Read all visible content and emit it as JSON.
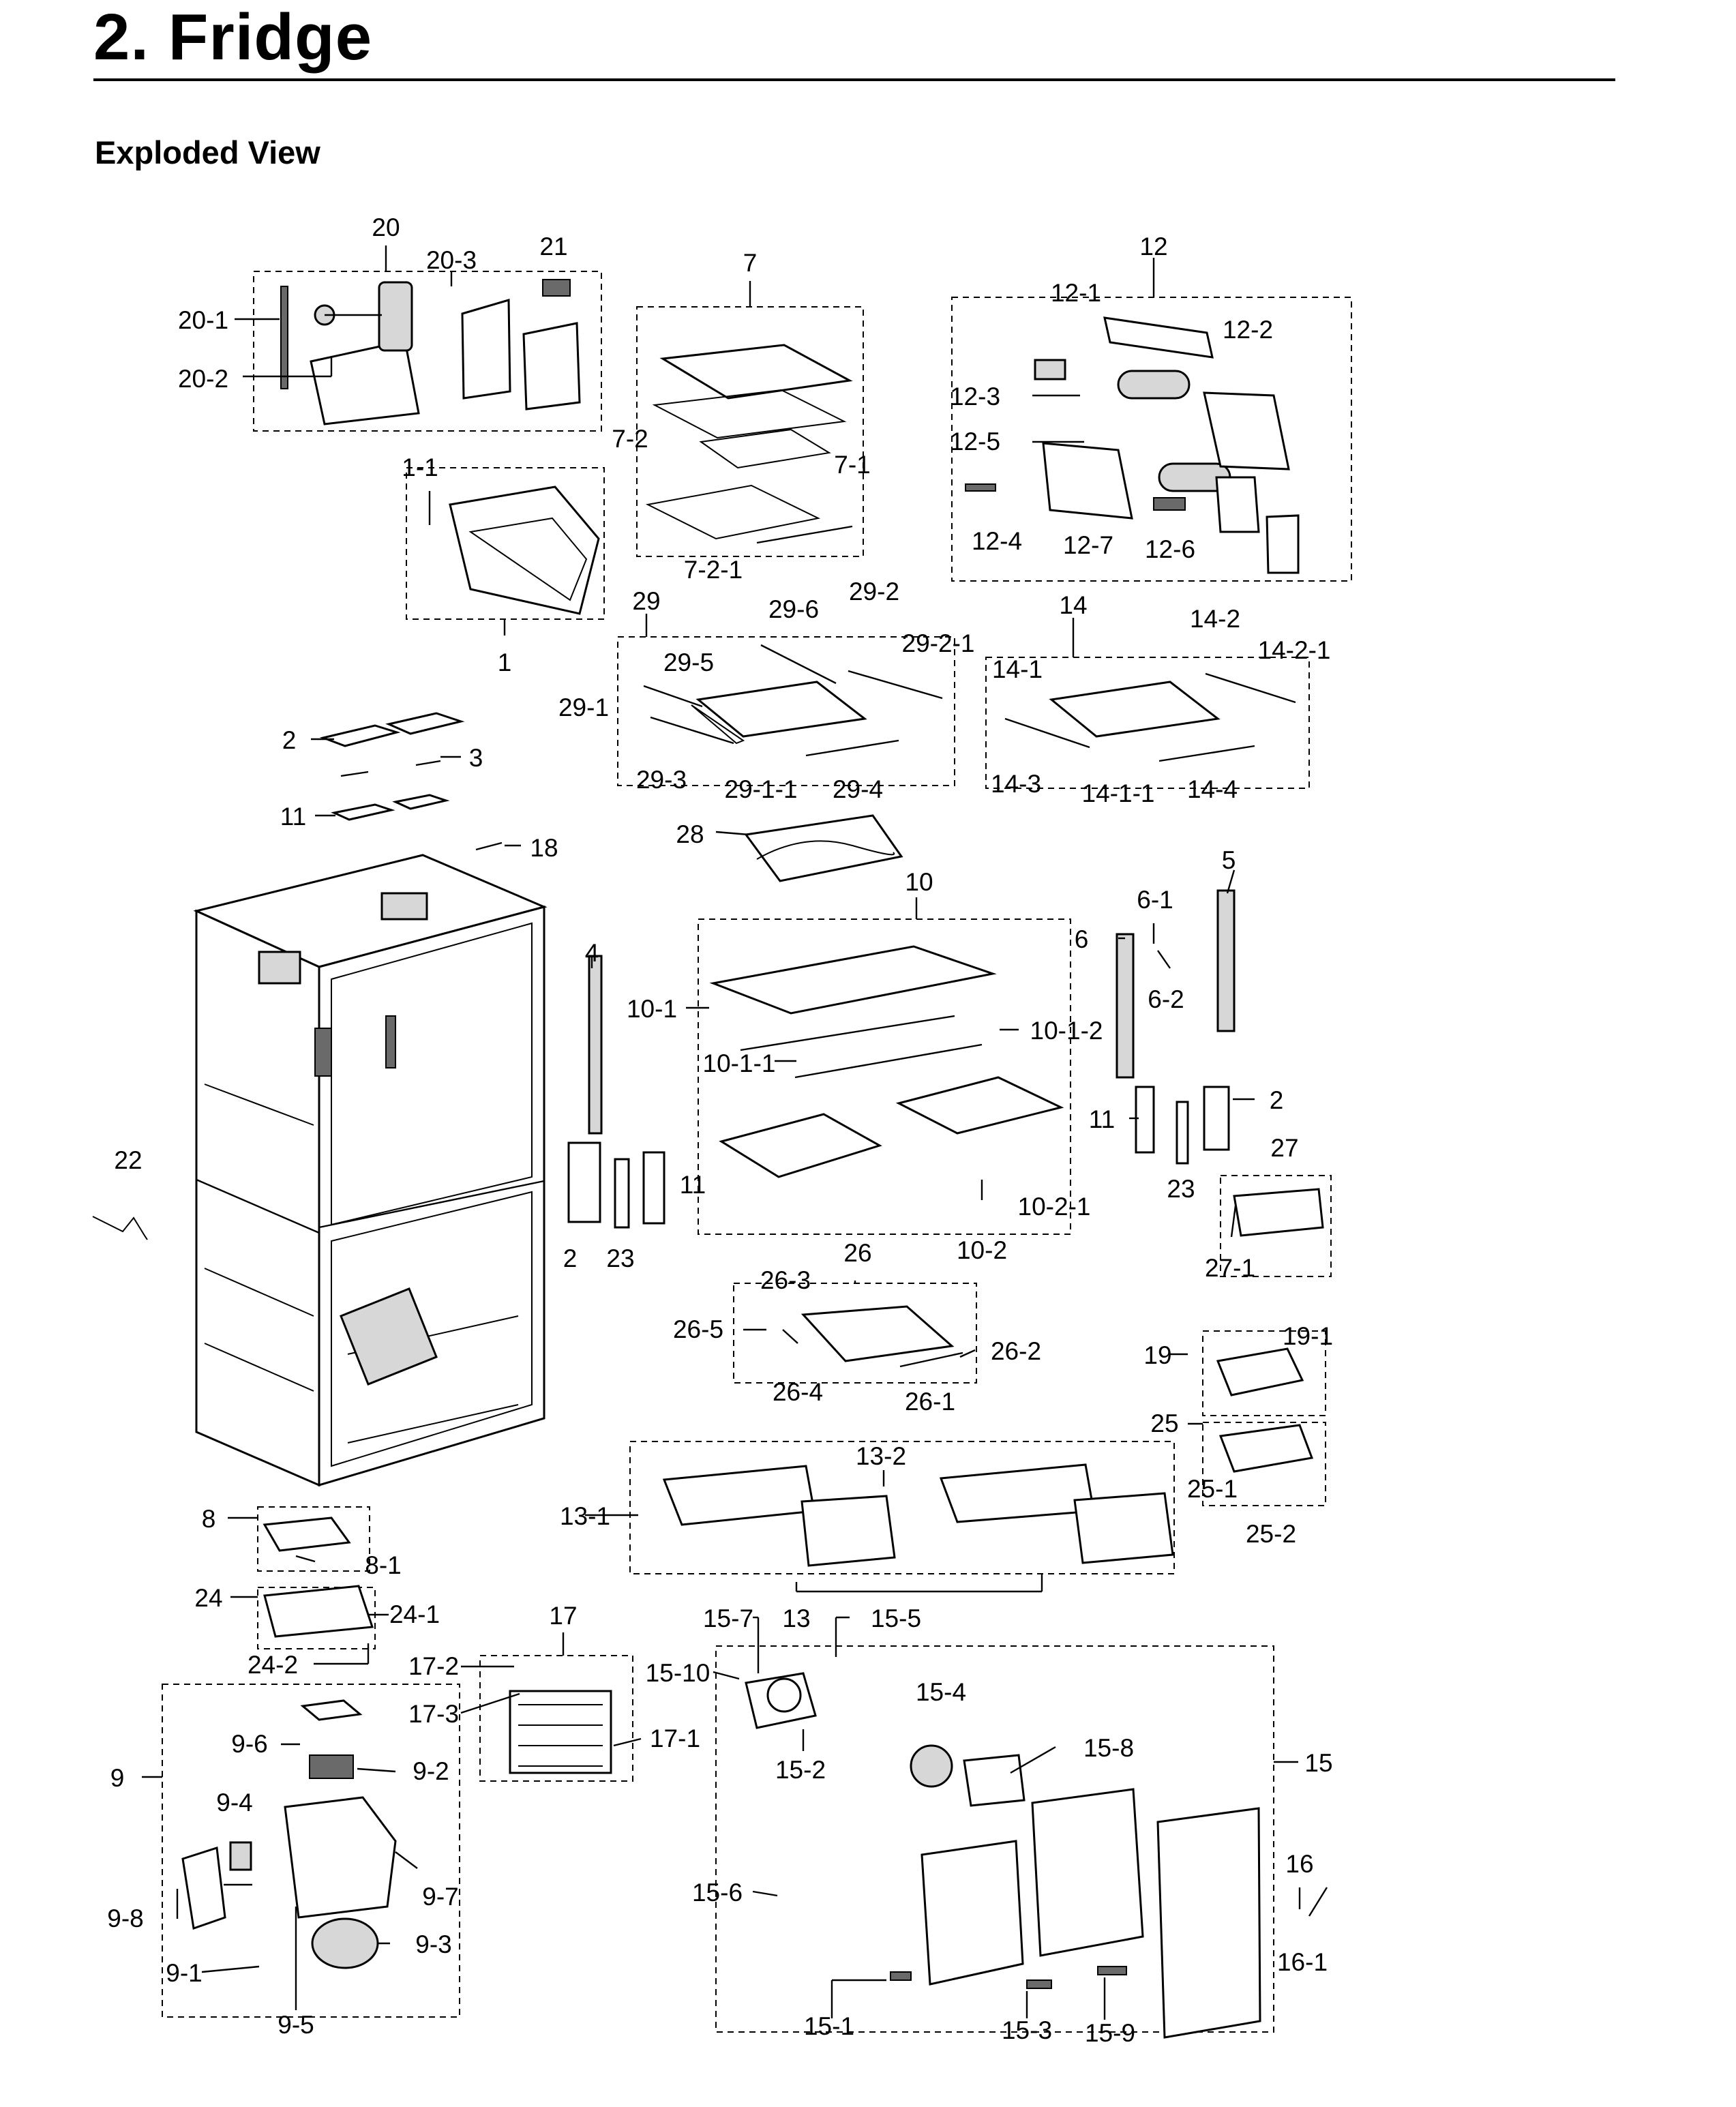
{
  "header": {
    "title": "2.  Fridge",
    "section": "Exploded View"
  },
  "labels": [
    "20",
    "20-1",
    "20-2",
    "20-3",
    "21",
    "7",
    "7-1",
    "7-2",
    "7-2-1",
    "12",
    "12-1",
    "12-2",
    "12-3",
    "12-4",
    "12-5",
    "12-6",
    "12-7",
    "1-1",
    "1",
    "29",
    "29-1",
    "29-1-1",
    "29-2",
    "29-2-1",
    "29-3",
    "29-4",
    "29-5",
    "29-6",
    "14",
    "14-1",
    "14-1-1",
    "14-2",
    "14-2-1",
    "14-3",
    "14-4",
    "2",
    "3",
    "11",
    "18",
    "28",
    "10",
    "10-1",
    "10-1-1",
    "10-1-2",
    "10-2",
    "10-2-1",
    "4",
    "2",
    "23",
    "11",
    "22",
    "5",
    "6",
    "6-1",
    "6-2",
    "11",
    "23",
    "2",
    "27",
    "27-1",
    "26",
    "26-1",
    "26-2",
    "26-3",
    "26-4",
    "26-5",
    "19",
    "19-1",
    "25",
    "25-1",
    "25-2",
    "13",
    "13-1",
    "13-2",
    "8",
    "8-1",
    "24",
    "24-1",
    "24-2",
    "17",
    "17-1",
    "17-2",
    "17-3",
    "9",
    "9-1",
    "9-2",
    "9-3",
    "9-4",
    "9-5",
    "9-6",
    "9-7",
    "9-8",
    "15",
    "15-1",
    "15-2",
    "15-3",
    "15-4",
    "15-5",
    "15-6",
    "15-7",
    "15-8",
    "15-9",
    "15-10",
    "16",
    "16-1"
  ]
}
